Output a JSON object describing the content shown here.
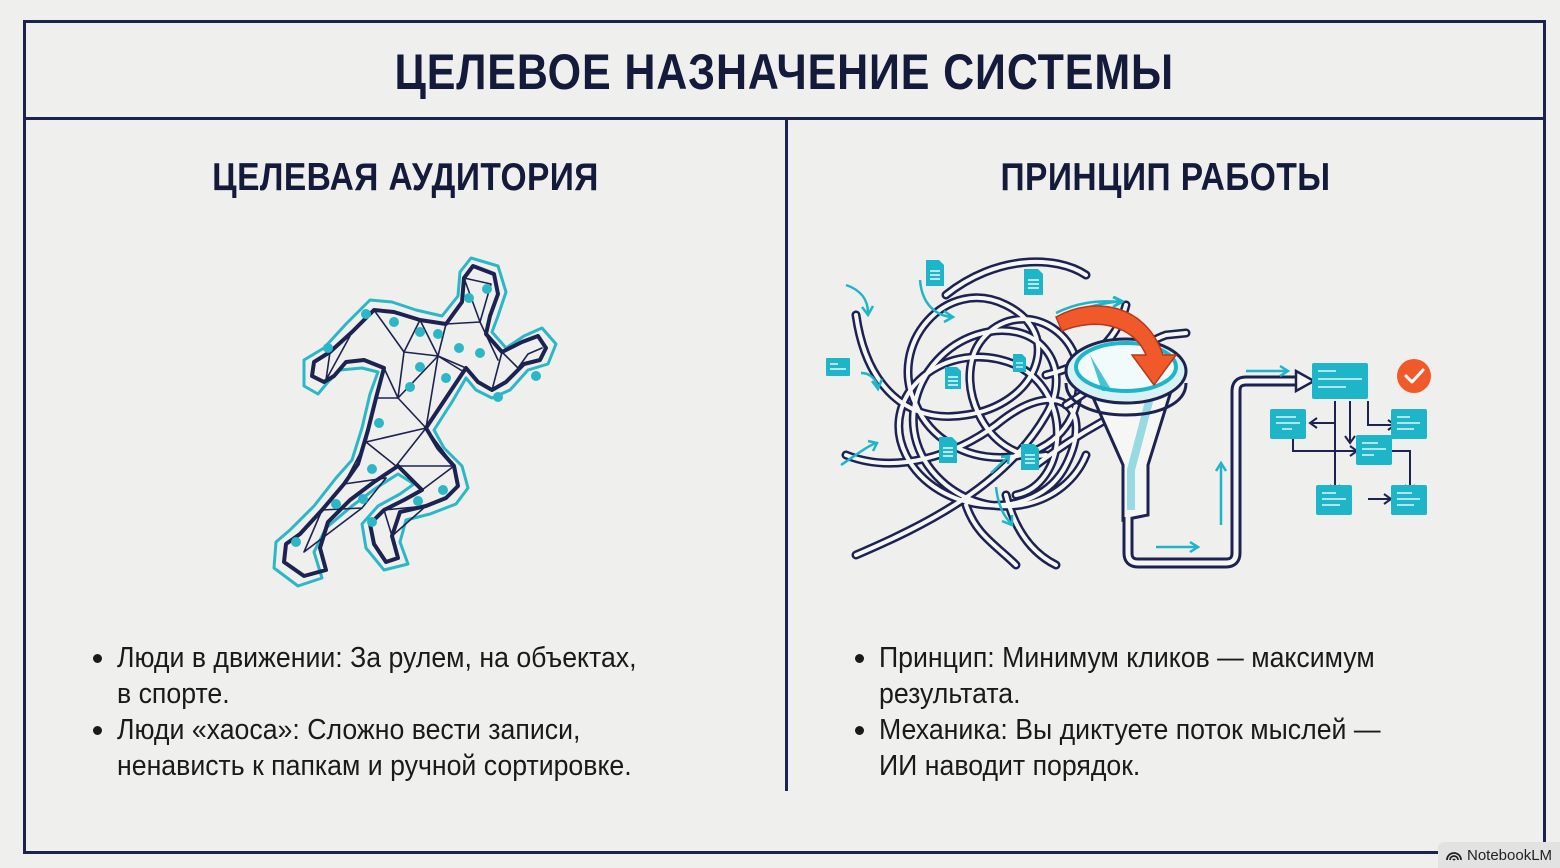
{
  "slide": {
    "title": "ЦЕЛЕВОЕ НАЗНАЧЕНИЕ СИСТЕМЫ",
    "colors": {
      "navy": "#1c2350",
      "teal": "#1fb5c8",
      "orange": "#f05a2a",
      "background": "#efefed"
    }
  },
  "left": {
    "heading": "ЦЕЛЕВАЯ АУДИТОРИЯ",
    "illustration": "running-person-polygon-icon",
    "bullets": [
      {
        "line1": "Люди в движении: За рулем, на объектах,",
        "line2": "в спорте."
      },
      {
        "line1": "Люди «хаоса»: Сложно вести записи,",
        "line2": "ненависть к папкам и ручной сортировке."
      }
    ]
  },
  "right": {
    "heading": "ПРИНЦИП РАБОТЫ",
    "illustration": "tangle-funnel-flowchart-icon",
    "bullets": [
      {
        "line1": "Принцип: Минимум кликов — максимум",
        "line2": "результата."
      },
      {
        "line1": "Механика: Вы диктуете поток мыслей —",
        "line2": "ИИ наводит порядок."
      }
    ]
  },
  "watermark": {
    "label": "NotebookLM"
  }
}
